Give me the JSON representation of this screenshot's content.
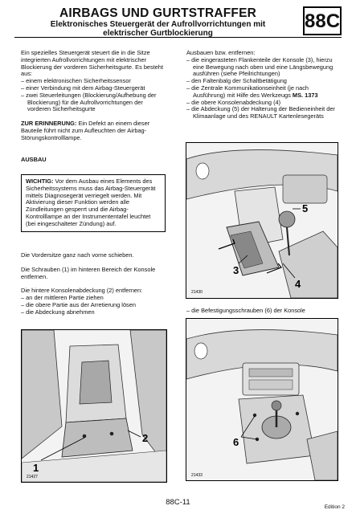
{
  "header": {
    "title": "AIRBAGS UND GURTSTRAFFER",
    "subtitle_line1": "Elektronisches Steuergerät der Aufrollvorrichtungen mit",
    "subtitle_line2": "elektrischer Gurtblockierung",
    "code": "88C"
  },
  "left": {
    "intro": [
      "Ein spezielles Steuergerät steuert die in die Sitze",
      "integrierten Aufrollvorrichtungen mit elektrischer",
      "Blockierung der vorderen Sicherheitsgurte. Es besteht",
      "aus:"
    ],
    "items": [
      "– einem elektronischen Sicherheitssensor",
      "– einer Verbindung mit dem Airbag-Steuergerät",
      "– zwei Steuerleitungen (Blockierung/Aufhebung der Blockierung) für die Aufrollvorrichtungen der vorderen Sicherheitsgurte"
    ],
    "reminder_label": "ZUR ERINNERUNG:",
    "reminder_text": " Ein Defekt an einem dieser Bauteile führt nicht zum Aufleuchten der Airbag-Störungskontrolllampe.",
    "section": "AUSBAU",
    "warning_label": "WICHTIG:",
    "warning_text": " Vor dem Ausbau eines Elements des Sicherheitssystems muss das Airbag-Steuergerät mittels Diagnosegerät verriegelt werden. Mit Aktivierung dieser Funktion werden alle Zündleitungen gesperrt und die Airbag-Kontrolllampe an der Instrumententafel leuchtet (bei eingeschalteter Zündung) auf.",
    "step1": "Die Vordersitze ganz nach vorne schieben.",
    "step2": "Die Schrauben (1) im hinteren Bereich der Konsole entfernen.",
    "step3": "Die hintere Konsolenabdeckung (2) entfernen:",
    "step3_items": [
      "– an der mittleren Partie ziehen",
      "– die obere Partie aus der Arretierung lösen",
      "– die Abdeckung abnehmen"
    ]
  },
  "right": {
    "intro": "Ausbauen bzw. entfernen:",
    "items": [
      "– die eingerasteten Flankenteile der Konsole (3), hierzu eine Bewegung nach oben und eine Längsbewegung ausführen (siehe Pfeilrichtungen)",
      "– den Faltenbalg der Schaltbetätigung"
    ],
    "item_tool_prefix": "– die Zentrale Kommunikationseinheit (je nach Ausführung) mit Hilfe des Werkzeugs ",
    "item_tool_code": "MS. 1373",
    "items2": [
      "– die obere Konsolenabdeckung (4)",
      "– die Abdeckung (5) der Halterung der Bedieneinheit der Klimaanlage und des RENAULT Kartenlesegeräts"
    ],
    "step_screws": "– die Befestigungsschrauben (6) der Konsole"
  },
  "figures": {
    "fig1": {
      "label": "21430",
      "callouts": [
        "5",
        "3",
        "4"
      ]
    },
    "fig2": {
      "label": "21433",
      "callouts": [
        "6"
      ]
    },
    "fig3": {
      "label": "21427",
      "callouts": [
        "2",
        "1"
      ]
    }
  },
  "footer": {
    "page": "88C-11",
    "edition": "Edition 2"
  }
}
